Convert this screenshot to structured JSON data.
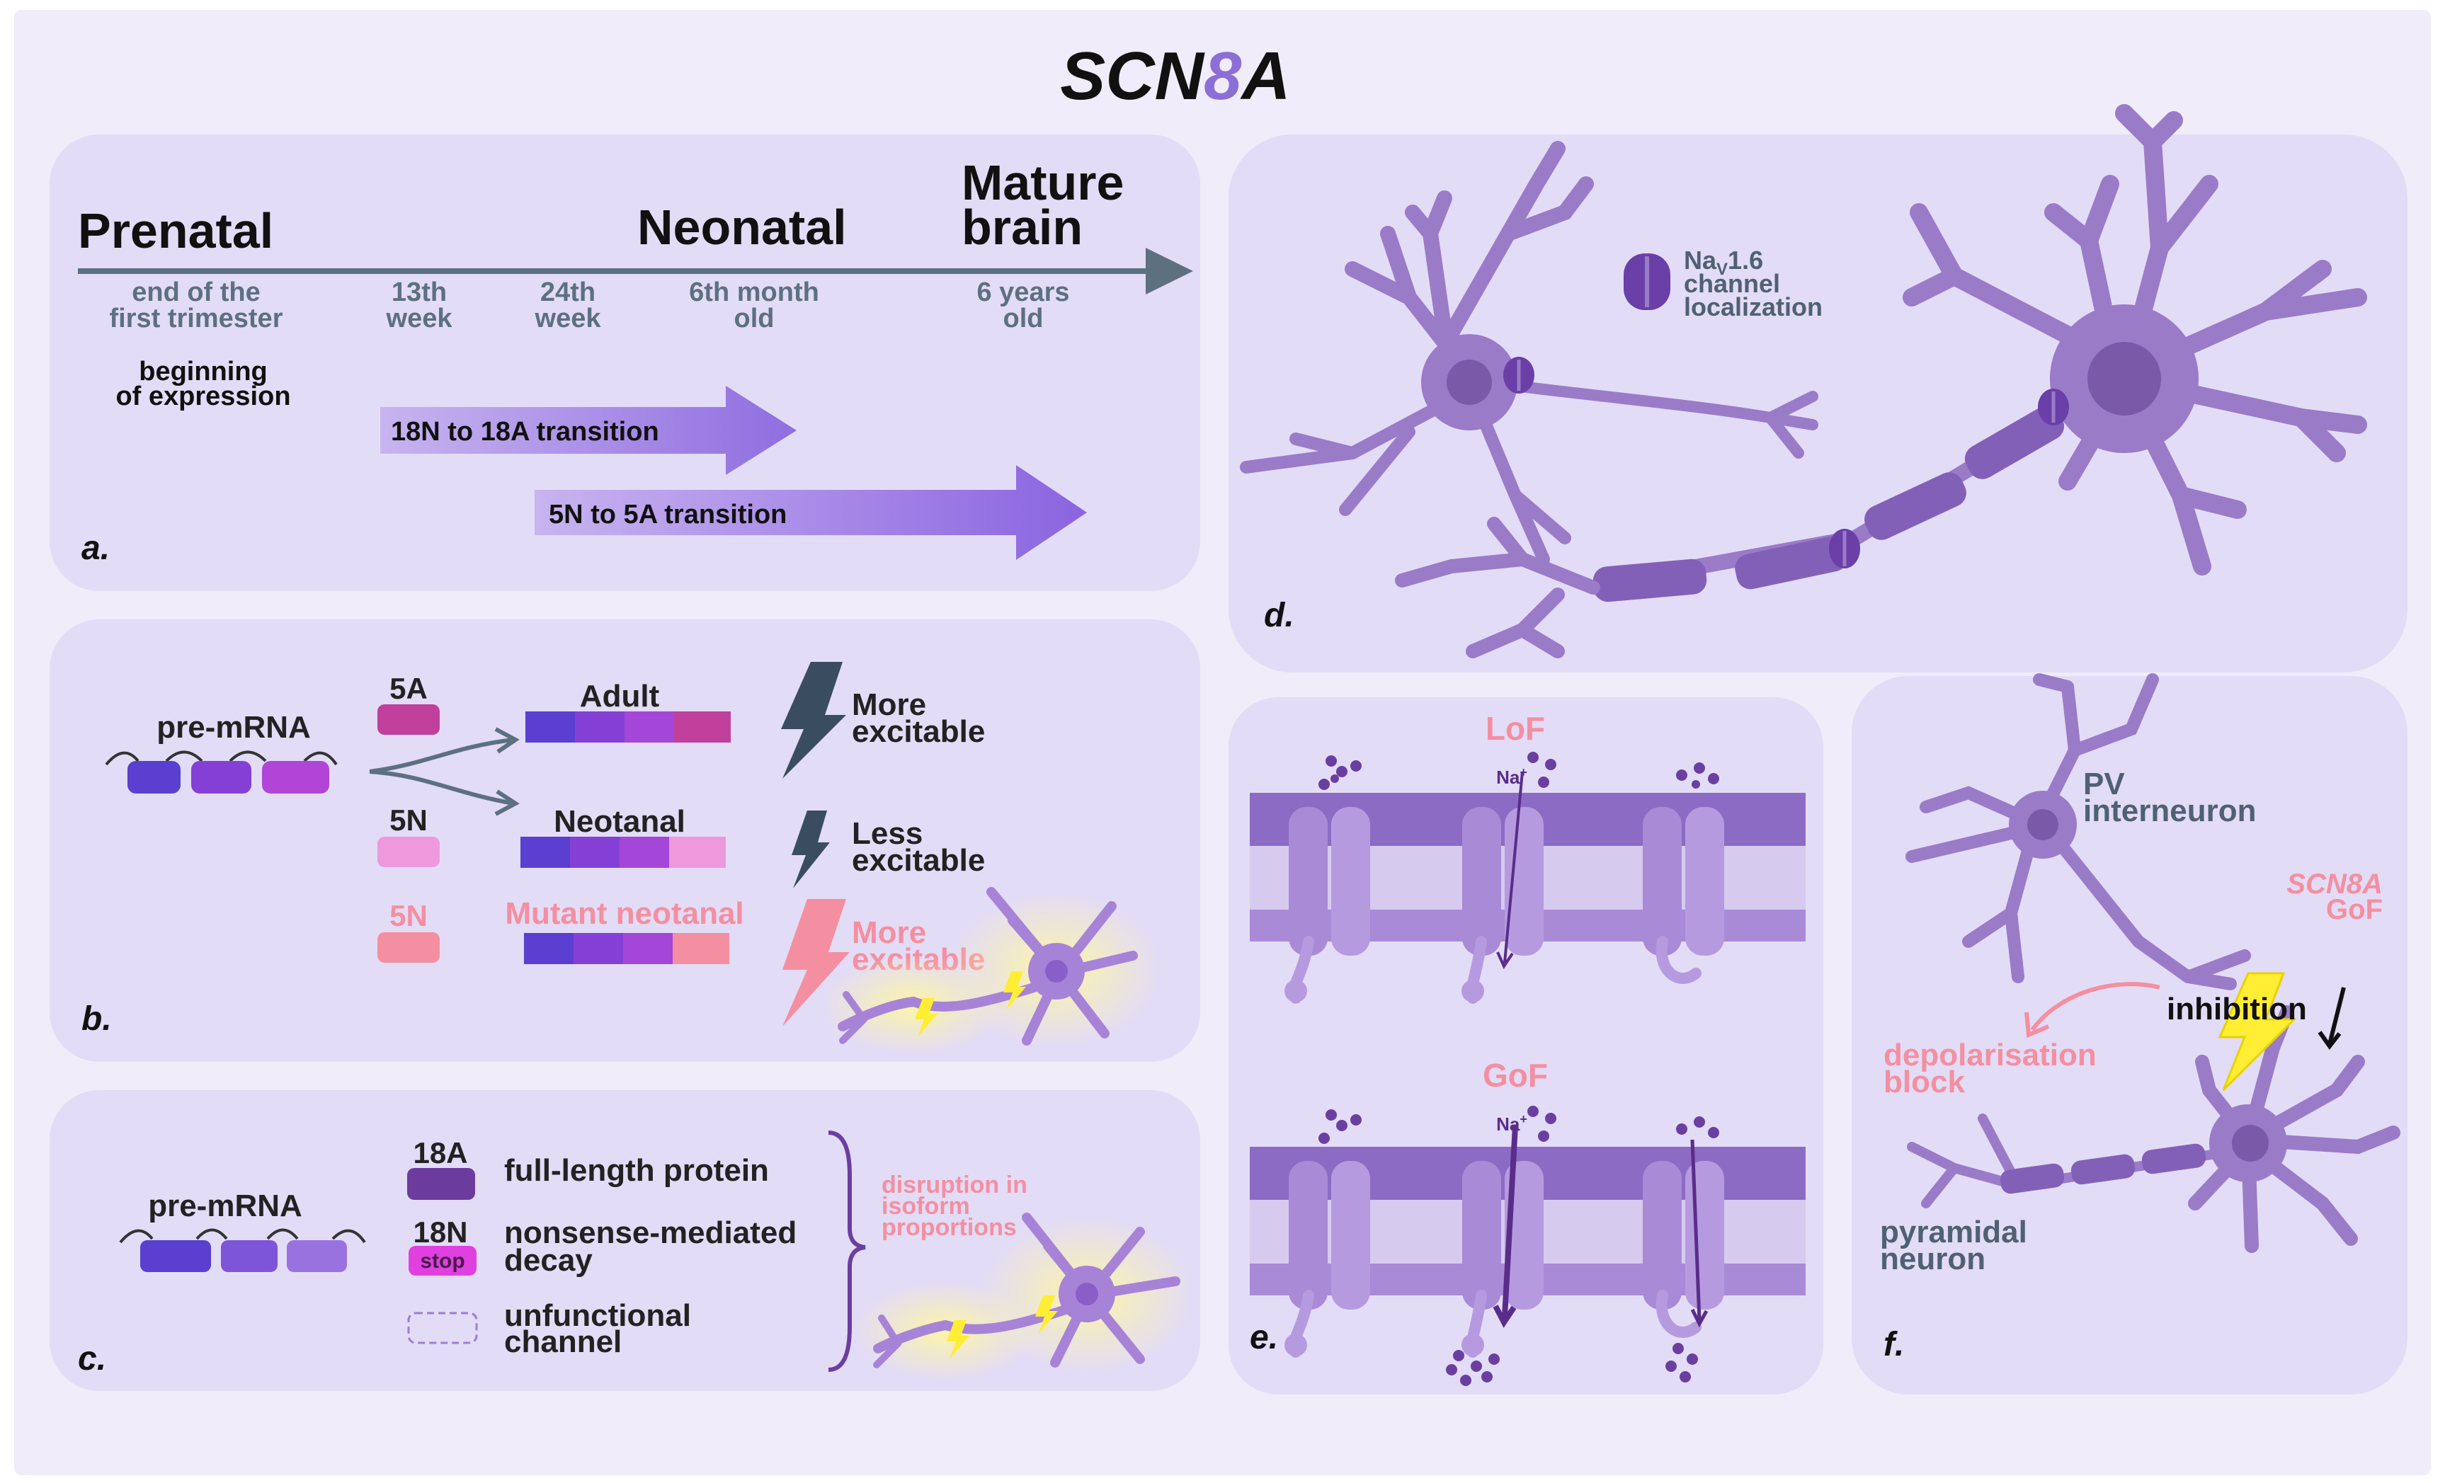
{
  "title": {
    "prefix": "SCN",
    "digit": "8",
    "suffix": "A"
  },
  "panel_a": {
    "label": "a.",
    "stages": [
      "Prenatal",
      "Neonatal"
    ],
    "mature_lines": [
      "Mature",
      "brain"
    ],
    "ticks": [
      [
        "end of the",
        "first trimester"
      ],
      [
        "13th",
        "week"
      ],
      [
        "24th",
        "week"
      ],
      [
        "6th month",
        "old"
      ],
      [
        "6 years",
        "old"
      ]
    ],
    "expression_lines": [
      "beginning",
      "of expression"
    ],
    "transition_18": "18N to 18A transition",
    "transition_5": "5N to 5A transition"
  },
  "panel_b": {
    "label": "b.",
    "pre_mrna": "pre-mRNA",
    "exon_5a": "5A",
    "exon_5n": "5N",
    "exon_5n_mutant": "5N",
    "adult": "Adult",
    "neotanal": "Neotanal",
    "mutant_neotanal": "Mutant neotanal",
    "more_excitable": [
      "More",
      "excitable"
    ],
    "less_excitable": [
      "Less",
      "excitable"
    ],
    "more_excitable_mutant": [
      "More",
      "excitable"
    ]
  },
  "panel_c": {
    "label": "c.",
    "pre_mrna": "pre-mRNA",
    "exon_18a": "18A",
    "exon_18n": "18N",
    "stop": "stop",
    "full_length": "full-length protein",
    "nmd": [
      "nonsense-mediated",
      "decay"
    ],
    "unfunctional": [
      "unfunctional",
      "channel"
    ],
    "disruption": [
      "disruption in",
      "isoform",
      "proportions"
    ]
  },
  "panel_d": {
    "label": "d.",
    "legend_na": "Na",
    "legend_sub": "V",
    "legend_lines": [
      "1.6",
      "channel",
      "localization"
    ]
  },
  "panel_e": {
    "label": "e.",
    "lof": "LoF",
    "gof": "GoF",
    "na": "Na",
    "na_sup": "+"
  },
  "panel_f": {
    "label": "f.",
    "pv": [
      "PV",
      "interneuron"
    ],
    "scn8a": "SCN8A",
    "gof": "GoF",
    "inhibition": "inhibition",
    "depol": [
      "depolarisation",
      "block"
    ],
    "pyramidal": [
      "pyramidal",
      "neuron"
    ]
  },
  "colors": {
    "panel_bg": "#e3dcf6",
    "page_bg": "#f0ecfa",
    "neuron": "#9a7bc8",
    "neuron_dark": "#7a5aa8",
    "gray_text": "#4f6173",
    "pink": "#f48fa1",
    "magenta": "#e040e0",
    "yellow": "#ffee33"
  }
}
